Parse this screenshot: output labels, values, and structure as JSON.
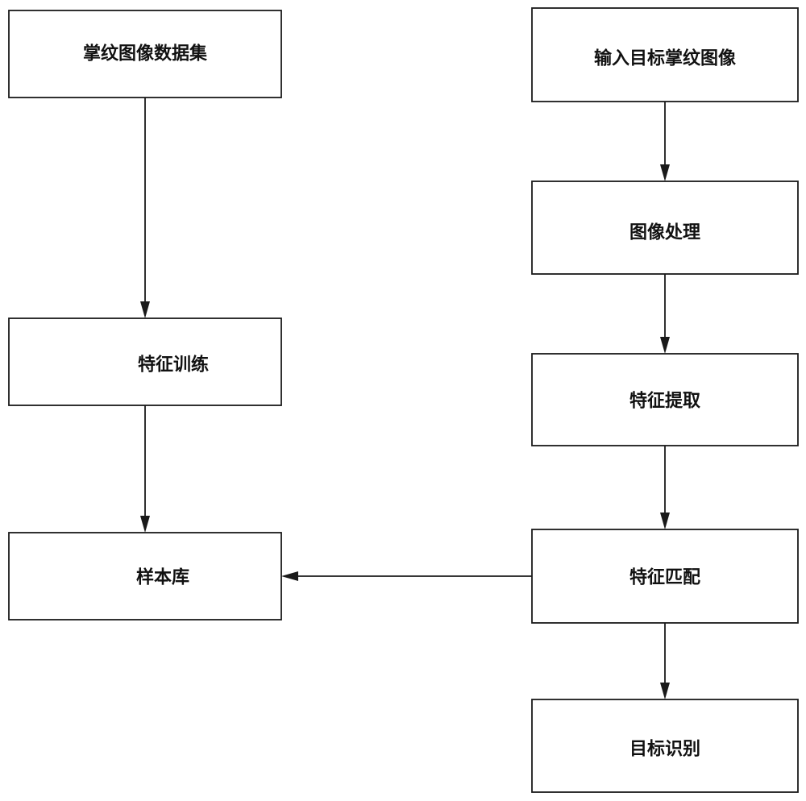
{
  "nodes": {
    "palmprint_dataset": {
      "label": "掌纹图像数据集"
    },
    "feature_training": {
      "label": "特征训练"
    },
    "sample_library": {
      "label": "样本库"
    },
    "input_target_image": {
      "label": "输入目标掌纹图像"
    },
    "image_processing": {
      "label": "图像处理"
    },
    "feature_extraction": {
      "label": "特征提取"
    },
    "feature_matching": {
      "label": "特征匹配"
    },
    "target_recognition": {
      "label": "目标识别"
    }
  },
  "edges": [
    {
      "from": "palmprint_dataset",
      "to": "feature_training"
    },
    {
      "from": "feature_training",
      "to": "sample_library"
    },
    {
      "from": "input_target_image",
      "to": "image_processing"
    },
    {
      "from": "image_processing",
      "to": "feature_extraction"
    },
    {
      "from": "feature_extraction",
      "to": "feature_matching"
    },
    {
      "from": "feature_matching",
      "to": "sample_library"
    },
    {
      "from": "feature_matching",
      "to": "target_recognition"
    }
  ]
}
